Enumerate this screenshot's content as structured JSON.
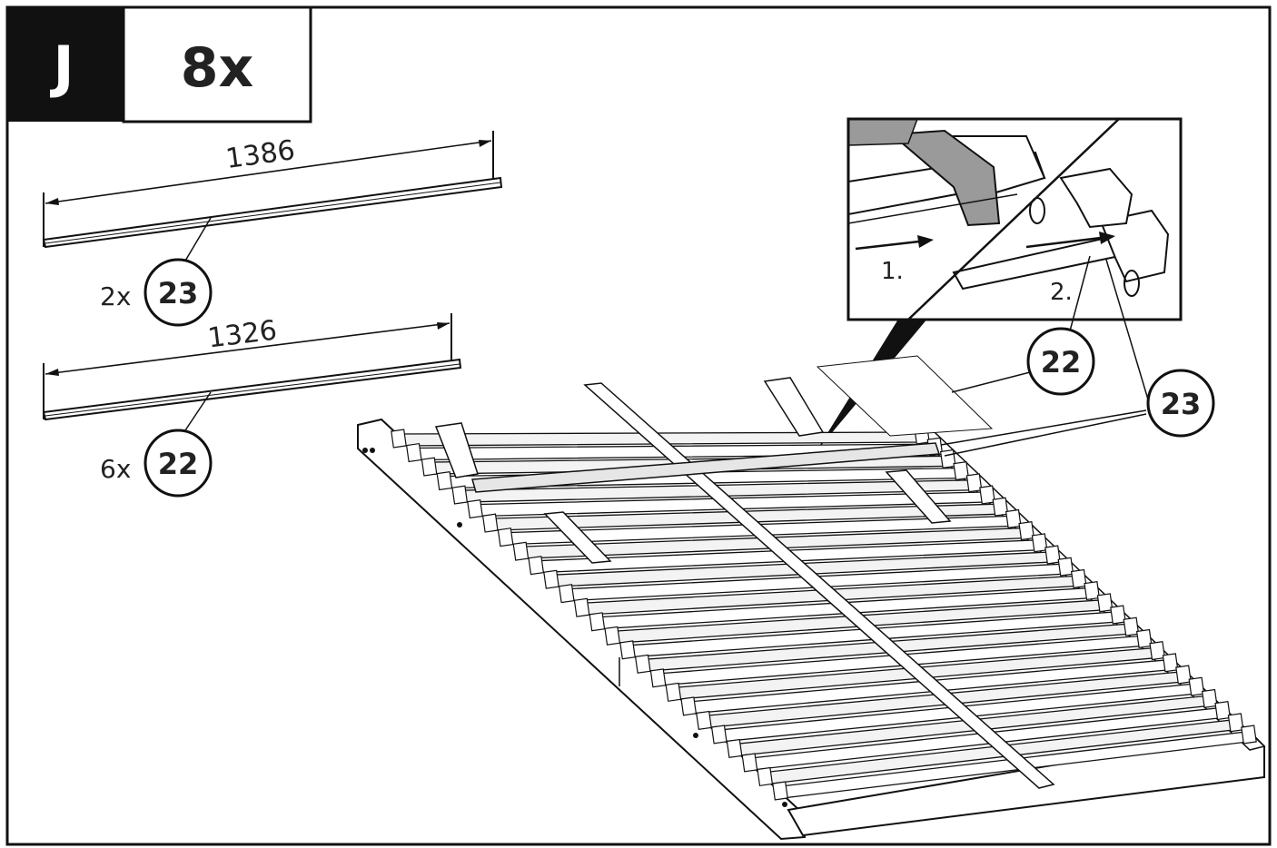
{
  "step": {
    "letter": "J",
    "repeat": "8x"
  },
  "parts": [
    {
      "length": "1386",
      "quantity": "2x",
      "part_number": "23"
    },
    {
      "length": "1326",
      "quantity": "6x",
      "part_number": "22"
    }
  ],
  "detail": {
    "step1": "1.",
    "step2": "2."
  },
  "callouts": {
    "slat": "22",
    "end_slat": "23"
  },
  "colors": {
    "ink": "#111111",
    "band": "#9a9a9a",
    "slat_face": "#ffffff",
    "slat_shade": "#d9d9d9"
  }
}
